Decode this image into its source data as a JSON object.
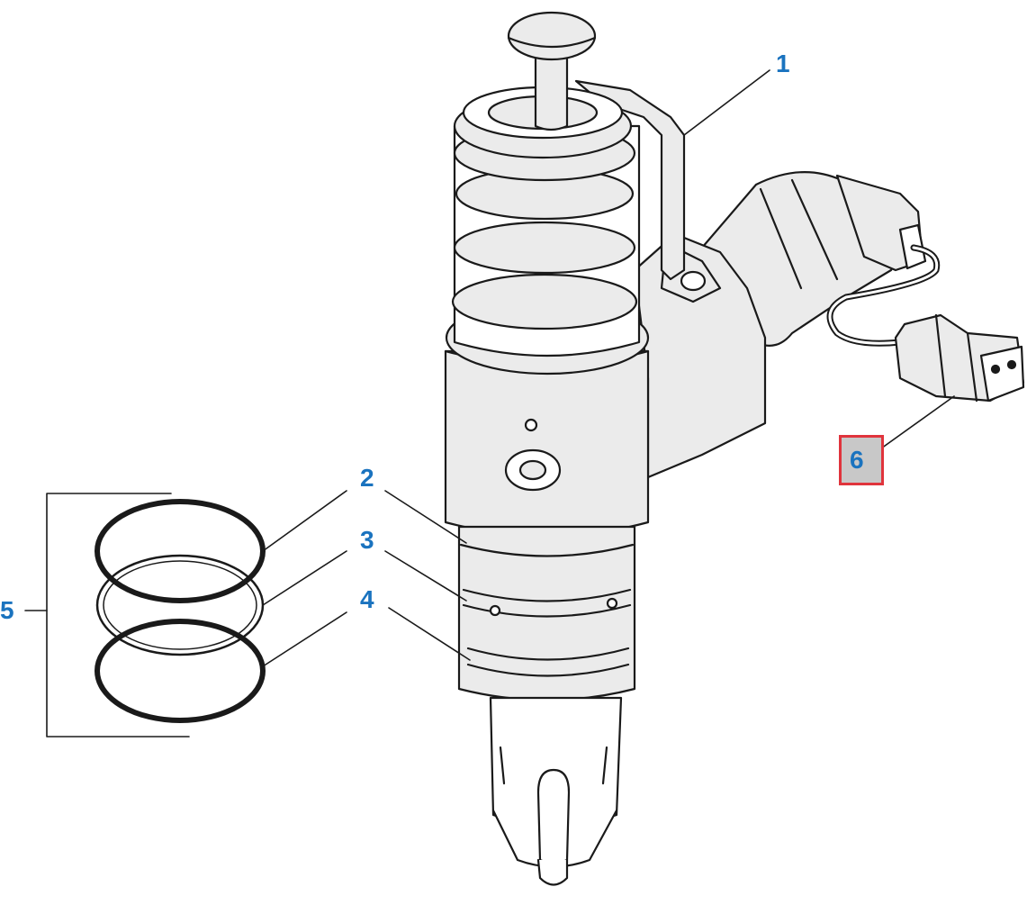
{
  "callouts": [
    {
      "id": "1",
      "label": "1"
    },
    {
      "id": "2",
      "label": "2"
    },
    {
      "id": "3",
      "label": "3"
    },
    {
      "id": "4",
      "label": "4"
    },
    {
      "id": "5",
      "label": "5"
    },
    {
      "id": "6",
      "label": "6"
    }
  ],
  "highlighted_callout": "6",
  "colors": {
    "label_blue": "#1a73bf",
    "highlight_border": "#e0343c",
    "highlight_fill": "#c8c8c8",
    "line": "#1a1a1a",
    "body_fill": "#ebebeb",
    "part_fill": "#ffffff"
  },
  "icons": {
    "main": "unit-fuel-injector-icon",
    "seals": "o-ring-seal-icon",
    "connector": "electrical-connector-icon"
  }
}
